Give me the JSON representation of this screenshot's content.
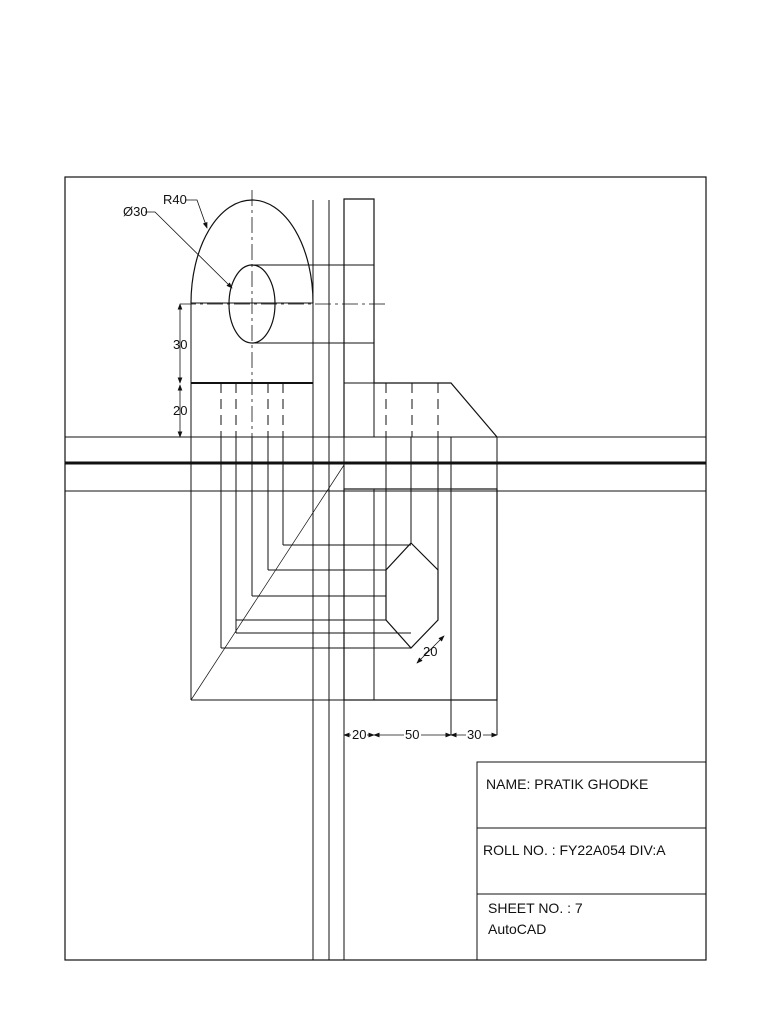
{
  "dimensions": {
    "radius_label": "R40",
    "diameter_label": "Ø30",
    "height_30": "30",
    "height_20": "20",
    "hex_side": "20",
    "plan_20": "20",
    "plan_50": "50",
    "plan_30": "30"
  },
  "title_block": {
    "name": "NAME: PRATIK GHODKE",
    "roll": "ROLL NO. : FY22A054  DIV:A",
    "sheet": "SHEET NO. : 7",
    "software": "AutoCAD"
  }
}
